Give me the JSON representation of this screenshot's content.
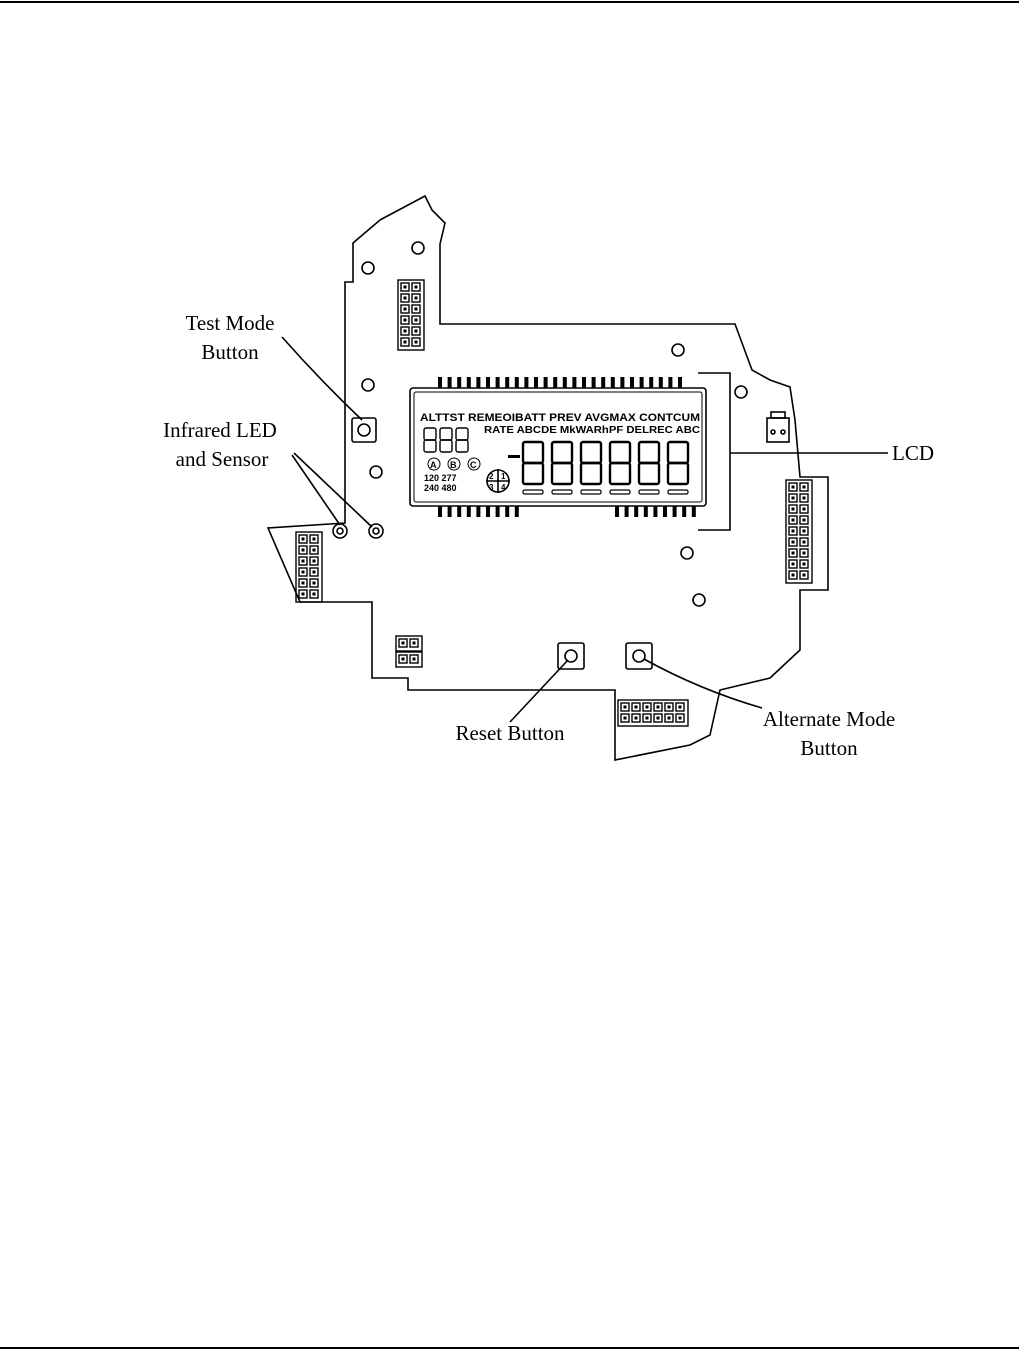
{
  "callouts": {
    "test_mode": [
      "Test Mode",
      "Button"
    ],
    "infrared": [
      "Infrared LED",
      "and  Sensor"
    ],
    "lcd": "LCD",
    "reset": "Reset Button",
    "alternate": [
      "Alternate Mode",
      "Button"
    ]
  },
  "lcd_display": {
    "annunciators_top": "ALTTST REMEOIBATT PREV AVGMAX CONTCUM",
    "annunciators_row2": "RATE ABCDE  MkWARhPF  DELREC  ABC",
    "phase_letters": [
      "A",
      "B",
      "C"
    ],
    "voltages_top": "120  277",
    "voltages_bottom": "240  480",
    "quadrants": [
      "2",
      "1",
      "3",
      "4"
    ]
  }
}
